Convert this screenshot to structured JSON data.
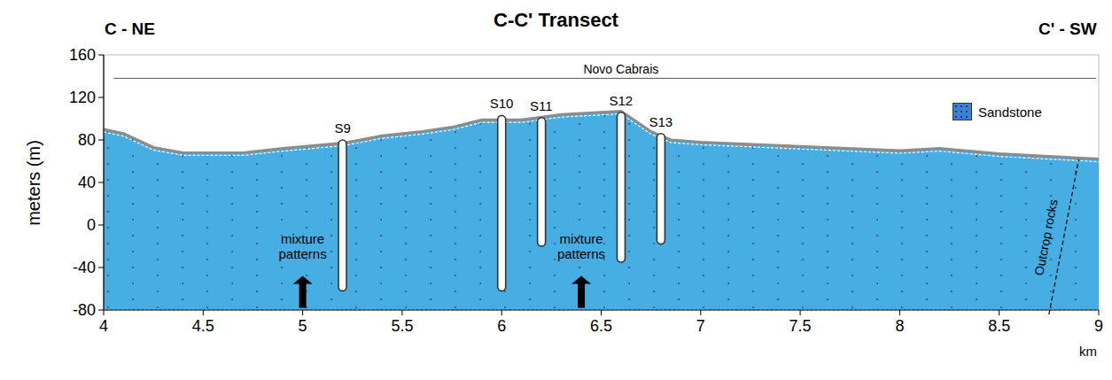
{
  "diagram": {
    "title": "C-C' Transect",
    "labels": [
      "C - NE",
      "C' - SW",
      "Novo Cabrais",
      "S9",
      "S10",
      "S11",
      "S12",
      "S13",
      "mixture patterns",
      "mixture patterns",
      "Outcrop rocks",
      "meters (m)",
      "160",
      "120",
      "80",
      "40",
      "0",
      "-40",
      "-80",
      "4",
      "4.5",
      "5",
      "5.5",
      "6",
      "6.5",
      "7",
      "7.5",
      "8",
      "8.5",
      "9",
      "km"
    ],
    "legend": [
      {
        "text": "Sandstone",
        "color": "#3b82d6"
      }
    ]
  }
}
